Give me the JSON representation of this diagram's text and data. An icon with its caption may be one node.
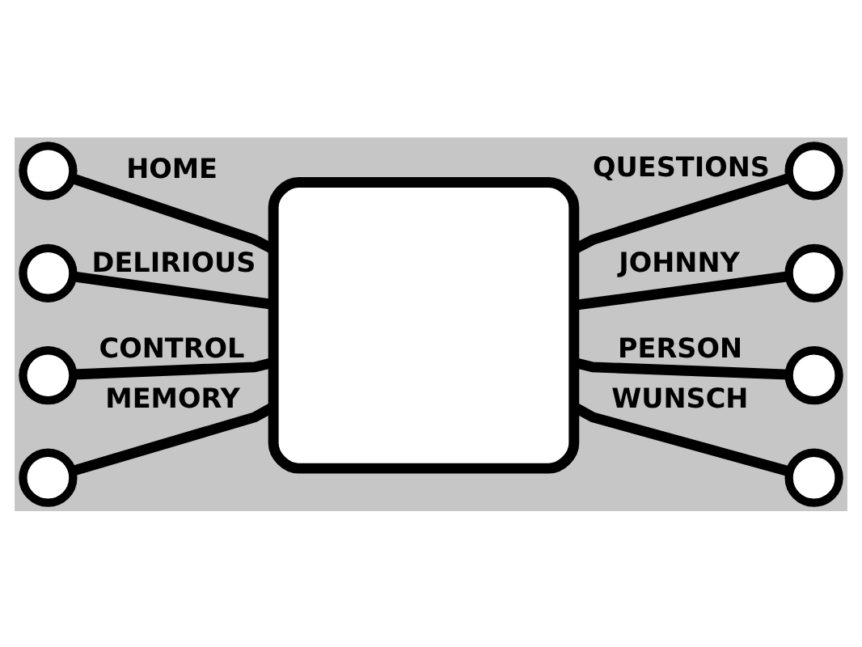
{
  "diagram": {
    "nodes": [
      {
        "text": [],
        "shape": "circle"
      },
      {
        "text": [],
        "shape": "circle"
      },
      {
        "text": [],
        "shape": "circle"
      },
      {
        "text": [],
        "shape": "circle"
      },
      {
        "text": [],
        "shape": "box"
      },
      {
        "text": [],
        "shape": "circle"
      },
      {
        "text": [],
        "shape": "circle"
      },
      {
        "text": [],
        "shape": "circle"
      },
      {
        "text": [],
        "shape": "circle"
      }
    ],
    "edges": [
      {
        "from": 0,
        "to": 4,
        "arrow": "none",
        "label": "HOME"
      },
      {
        "from": 1,
        "to": 4,
        "arrow": "none",
        "label": "DELIRIOUS"
      },
      {
        "from": 2,
        "to": 4,
        "arrow": "none",
        "label": "CONTROL"
      },
      {
        "from": 3,
        "to": 4,
        "arrow": "none",
        "label": "MEMORY"
      },
      {
        "from": 4,
        "to": 5,
        "arrow": "none",
        "label": "QUESTIONS"
      },
      {
        "from": 4,
        "to": 6,
        "arrow": "none",
        "label": "JOHNNY"
      },
      {
        "from": 4,
        "to": 7,
        "arrow": "none",
        "label": "PERSON"
      },
      {
        "from": 4,
        "to": 8,
        "arrow": "none",
        "label": "WUNSCH"
      }
    ]
  }
}
